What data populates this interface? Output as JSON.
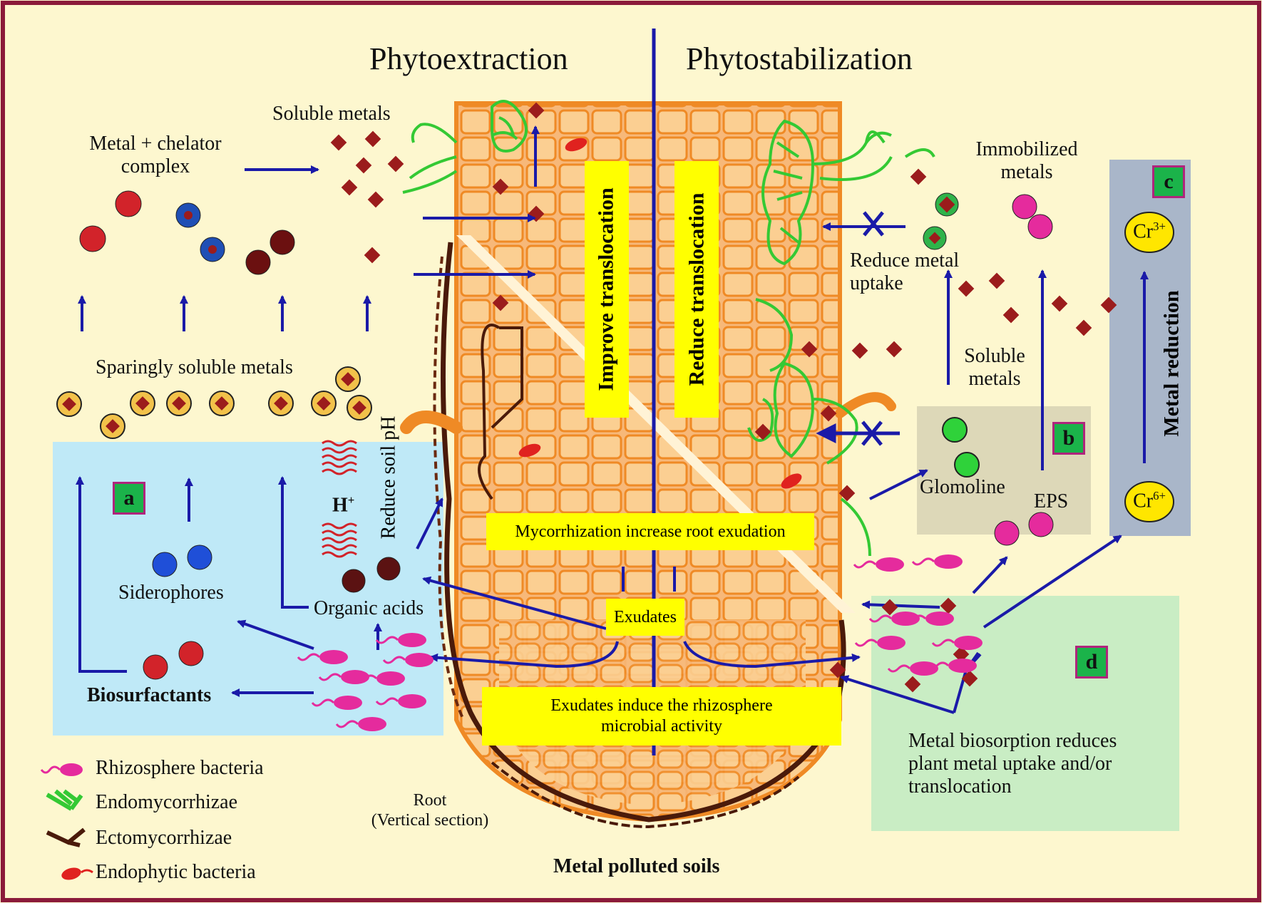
{
  "titles": {
    "left": "Phytoextraction",
    "right": "Phytostabilization"
  },
  "labels": {
    "soluble_metals_top": "Soluble metals",
    "metal_chelator": "Metal + chelator\ncomplex",
    "sparingly_soluble": "Sparingly soluble metals",
    "siderophores": "Siderophores",
    "organic_acids": "Organic acids",
    "biosurfactants": "Biosurfactants",
    "h_plus": "H+",
    "reduce_soil_ph": "Reduce soil pH",
    "improve_translocation": "Improve translocation",
    "reduce_translocation": "Reduce translocation",
    "immobilized_metals": "Immobilized\nmetals",
    "reduce_metal_uptake": "Reduce metal\nuptake",
    "soluble_metals_right": "Soluble\nmetals",
    "glomoline": "Glomoline",
    "eps": "EPS",
    "metal_reduction": "Metal reduction",
    "cr3": "Cr3+",
    "cr6": "Cr6+",
    "mycorrhization": "Mycorrhization increase root exudation",
    "exudates": "Exudates",
    "exudates_induce": "Exudates induce the rhizosphere\nmicrobial activity",
    "root_section": "Root\n(Vertical section)",
    "metal_polluted_soils": "Metal polluted soils",
    "biosorption": "Metal biosorption reduces\nplant metal uptake and/or\ntranslocation"
  },
  "badges": {
    "a": "a",
    "b": "b",
    "c": "c",
    "d": "d"
  },
  "legend": [
    {
      "icon": "rhizosphere-bacteria-icon",
      "label": "Rhizosphere bacteria"
    },
    {
      "icon": "endomycorrhizae-icon",
      "label": "Endomycorrhizae"
    },
    {
      "icon": "ectomycorrhizae-icon",
      "label": "Ectomycorrhizae"
    },
    {
      "icon": "endophytic-bacteria-icon",
      "label": "Endophytic bacteria"
    }
  ],
  "colors": {
    "background": "#fdf7cf",
    "arrow": "#1a1aa8",
    "metal": "#9b1c1c",
    "bacteria": "#e52b9d",
    "endomycorrhizae": "#34c934",
    "ectomycorrhizae": "#4a1a0a",
    "root": "#f2b06a",
    "box_a": "#bfe9f7",
    "box_b": "#ddd8b8",
    "box_c": "#a9b6c9",
    "box_d": "#c9edc4",
    "highlight": "#ffff00"
  }
}
